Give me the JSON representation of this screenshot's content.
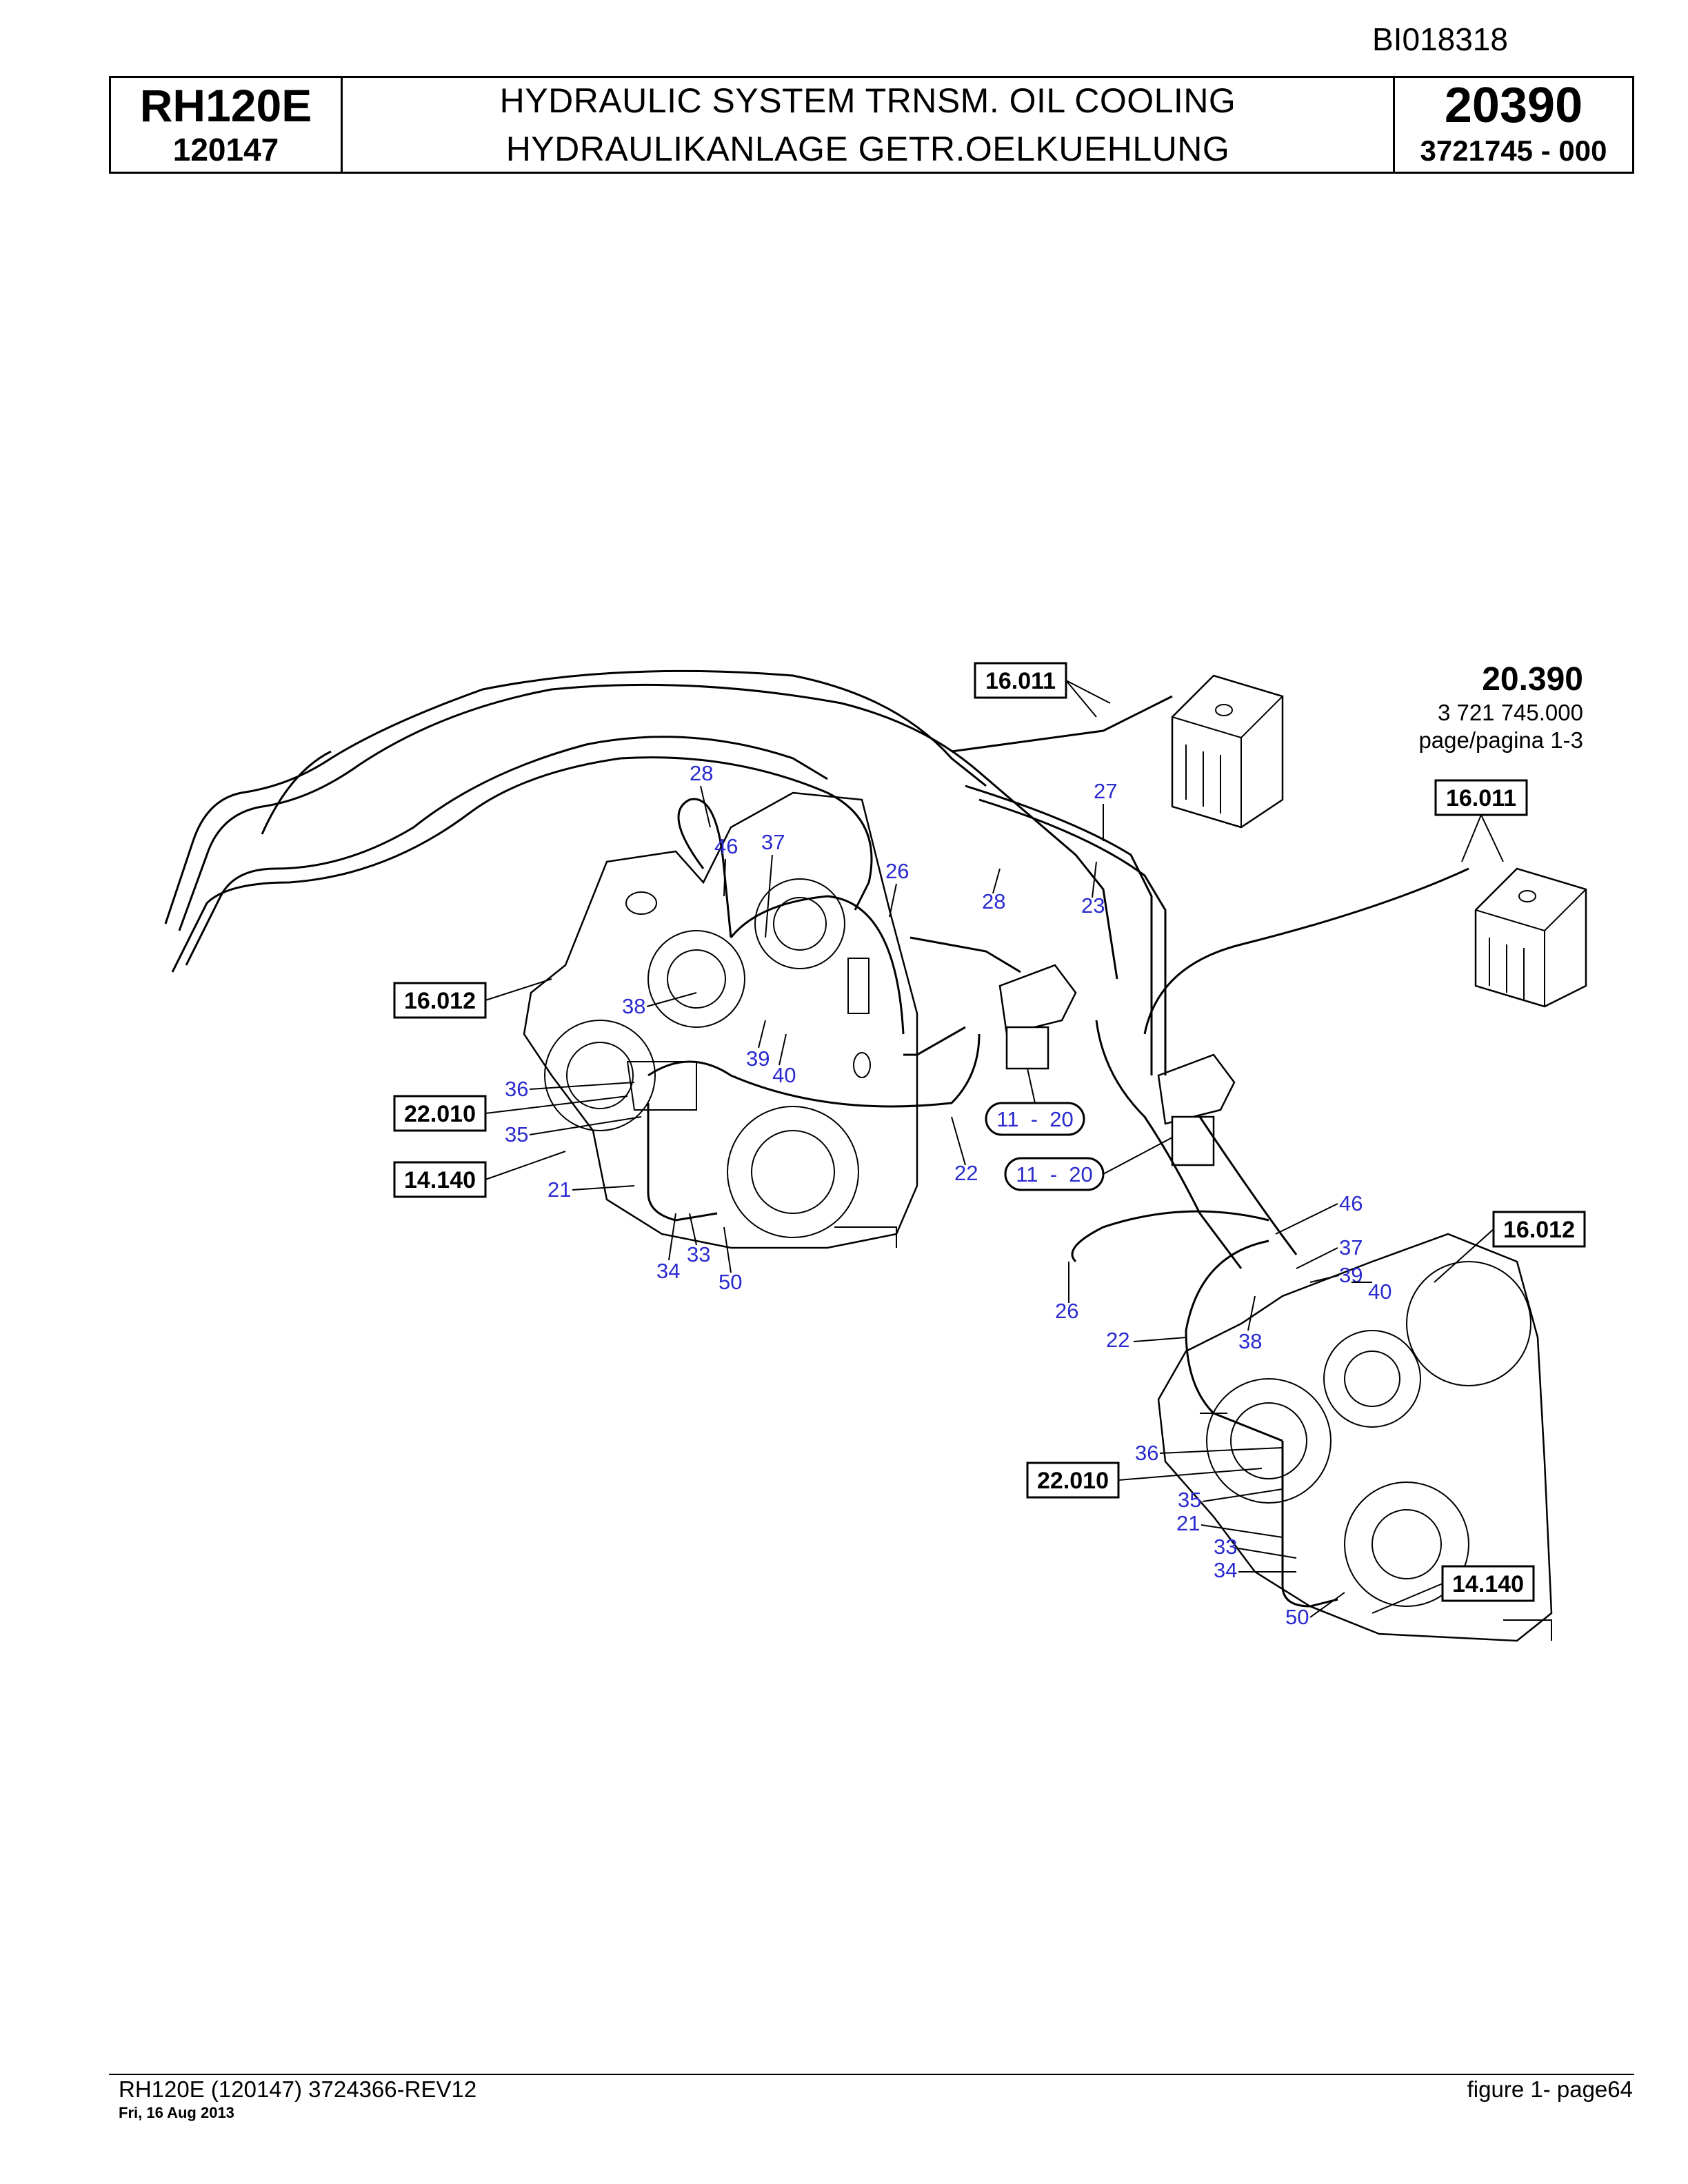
{
  "doc_id": "BI018318",
  "header": {
    "model": "RH120E",
    "serial": "120147",
    "title_en": "HYDRAULIC SYSTEM TRNSM. OIL COOLING",
    "title_de": "HYDRAULIKANLAGE GETR.OELKUEHLUNG",
    "group_no": "20390",
    "part_no": "3721745  - 000"
  },
  "page_ref": {
    "group": "20.390",
    "number": "3 721 745.000",
    "page": "page/pagina 1-3"
  },
  "ref_boxes": [
    "16.011",
    "16.011",
    "16.012",
    "22.010",
    "14.140",
    "16.012",
    "22.010",
    "14.140"
  ],
  "ref_pills": [
    "11  -  20",
    "11  -  20"
  ],
  "callouts_left": [
    "28",
    "27",
    "46",
    "37",
    "26",
    "28",
    "23",
    "38",
    "39",
    "40",
    "36",
    "35",
    "21",
    "22",
    "33",
    "34",
    "50"
  ],
  "callouts_right": [
    "46",
    "37",
    "39",
    "40",
    "26",
    "22",
    "38",
    "36",
    "35",
    "21",
    "33",
    "34",
    "50"
  ],
  "footer": {
    "left": "RH120E (120147) 3724366-REV12",
    "date": "Fri, 16 Aug 2013",
    "right": "figure  1- page64"
  }
}
